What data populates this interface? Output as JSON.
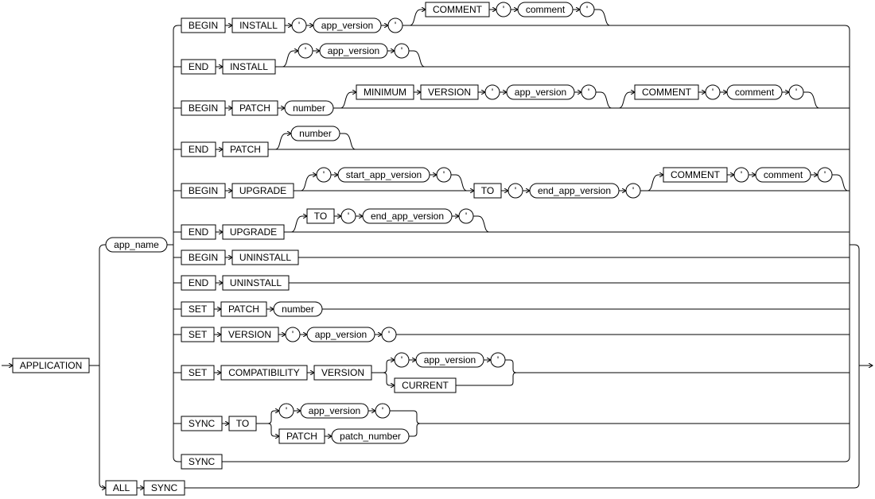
{
  "diagram": {
    "start": {
      "t": "k",
      "s": "APPLICATION"
    },
    "app_name": {
      "t": "n",
      "s": "app_name"
    },
    "all_sync": [
      {
        "t": "k",
        "s": "ALL"
      },
      {
        "t": "k",
        "s": "SYNC"
      }
    ],
    "rows": [
      [
        {
          "t": "k",
          "s": "BEGIN"
        },
        {
          "t": "k",
          "s": "INSTALL"
        },
        {
          "t": "q",
          "s": "'"
        },
        {
          "t": "n",
          "s": "app_version"
        },
        {
          "t": "q",
          "s": "'"
        },
        {
          "opt": [
            {
              "t": "k",
              "s": "COMMENT"
            },
            {
              "t": "q",
              "s": "'"
            },
            {
              "t": "n",
              "s": "comment"
            },
            {
              "t": "q",
              "s": "'"
            }
          ]
        }
      ],
      [
        {
          "t": "k",
          "s": "END"
        },
        {
          "t": "k",
          "s": "INSTALL"
        },
        {
          "opt": [
            {
              "t": "q",
              "s": "'"
            },
            {
              "t": "n",
              "s": "app_version"
            },
            {
              "t": "q",
              "s": "'"
            }
          ]
        }
      ],
      [
        {
          "t": "k",
          "s": "BEGIN"
        },
        {
          "t": "k",
          "s": "PATCH"
        },
        {
          "t": "n",
          "s": "number"
        },
        {
          "opt": [
            {
              "t": "k",
              "s": "MINIMUM"
            },
            {
              "t": "k",
              "s": "VERSION"
            },
            {
              "t": "q",
              "s": "'"
            },
            {
              "t": "n",
              "s": "app_version"
            },
            {
              "t": "q",
              "s": "'"
            }
          ]
        },
        {
          "opt": [
            {
              "t": "k",
              "s": "COMMENT"
            },
            {
              "t": "q",
              "s": "'"
            },
            {
              "t": "n",
              "s": "comment"
            },
            {
              "t": "q",
              "s": "'"
            }
          ]
        }
      ],
      [
        {
          "t": "k",
          "s": "END"
        },
        {
          "t": "k",
          "s": "PATCH"
        },
        {
          "opt": [
            {
              "t": "n",
              "s": "number"
            }
          ]
        }
      ],
      [
        {
          "t": "k",
          "s": "BEGIN"
        },
        {
          "t": "k",
          "s": "UPGRADE"
        },
        {
          "opt": [
            {
              "t": "q",
              "s": "'"
            },
            {
              "t": "n",
              "s": "start_app_version"
            },
            {
              "t": "q",
              "s": "'"
            }
          ]
        },
        {
          "t": "k",
          "s": "TO"
        },
        {
          "t": "q",
          "s": "'"
        },
        {
          "t": "n",
          "s": "end_app_version"
        },
        {
          "t": "q",
          "s": "'"
        },
        {
          "opt": [
            {
              "t": "k",
              "s": "COMMENT"
            },
            {
              "t": "q",
              "s": "'"
            },
            {
              "t": "n",
              "s": "comment"
            },
            {
              "t": "q",
              "s": "'"
            }
          ]
        }
      ],
      [
        {
          "t": "k",
          "s": "END"
        },
        {
          "t": "k",
          "s": "UPGRADE"
        },
        {
          "opt": [
            {
              "t": "k",
              "s": "TO"
            },
            {
              "t": "q",
              "s": "'"
            },
            {
              "t": "n",
              "s": "end_app_version"
            },
            {
              "t": "q",
              "s": "'"
            }
          ]
        }
      ],
      [
        {
          "t": "k",
          "s": "BEGIN"
        },
        {
          "t": "k",
          "s": "UNINSTALL"
        }
      ],
      [
        {
          "t": "k",
          "s": "END"
        },
        {
          "t": "k",
          "s": "UNINSTALL"
        }
      ],
      [
        {
          "t": "k",
          "s": "SET"
        },
        {
          "t": "k",
          "s": "PATCH"
        },
        {
          "t": "n",
          "s": "number"
        }
      ],
      [
        {
          "t": "k",
          "s": "SET"
        },
        {
          "t": "k",
          "s": "VERSION"
        },
        {
          "t": "q",
          "s": "'"
        },
        {
          "t": "n",
          "s": "app_version"
        },
        {
          "t": "q",
          "s": "'"
        }
      ],
      [
        {
          "t": "k",
          "s": "SET"
        },
        {
          "t": "k",
          "s": "COMPATIBILITY"
        },
        {
          "t": "k",
          "s": "VERSION"
        },
        {
          "choice": [
            [
              {
                "t": "q",
                "s": "'"
              },
              {
                "t": "n",
                "s": "app_version"
              },
              {
                "t": "q",
                "s": "'"
              }
            ],
            [
              {
                "t": "k",
                "s": "CURRENT"
              }
            ]
          ]
        }
      ],
      [
        {
          "t": "k",
          "s": "SYNC"
        },
        {
          "t": "k",
          "s": "TO"
        },
        {
          "choice": [
            [
              {
                "t": "q",
                "s": "'"
              },
              {
                "t": "n",
                "s": "app_version"
              },
              {
                "t": "q",
                "s": "'"
              }
            ],
            [
              {
                "t": "k",
                "s": "PATCH"
              },
              {
                "t": "n",
                "s": "patch_number"
              }
            ]
          ]
        }
      ],
      [
        {
          "t": "k",
          "s": "SYNC"
        }
      ]
    ]
  }
}
